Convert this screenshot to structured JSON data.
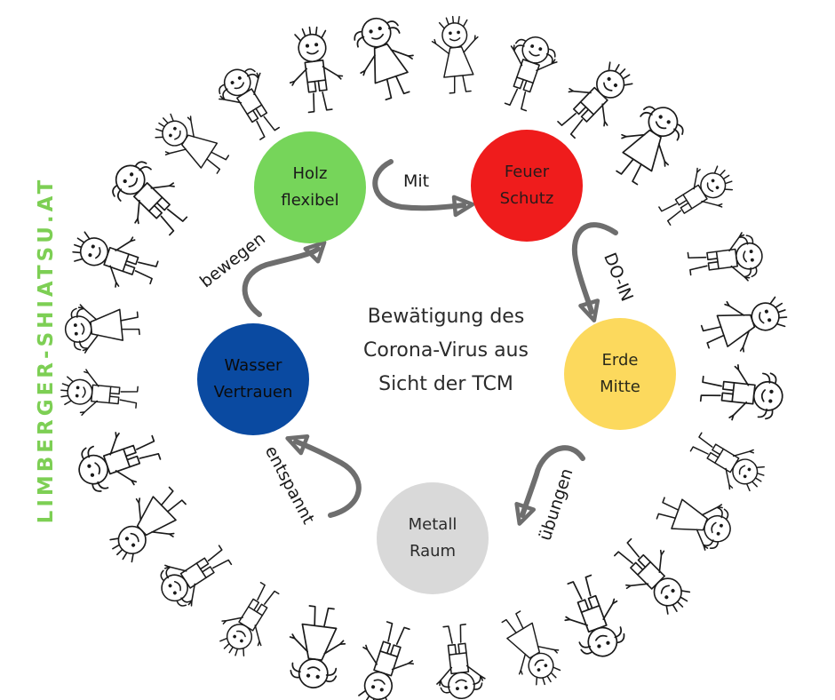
{
  "side_text": "LIMBERGER-SHIATSU.AT",
  "colors": {
    "brand_green": "#7dcf54",
    "holz": "#76d55a",
    "feuer": "#ef1c1c",
    "erde": "#fcd95d",
    "metall": "#d9d9d9",
    "wasser": "#0a4aa1",
    "arrow": "#6e6e6e"
  },
  "center": {
    "lines": [
      "Bewätigung des",
      "Corona-Virus aus",
      "Sicht der TCM"
    ]
  },
  "elements": [
    {
      "name": "holz",
      "line1": "Holz",
      "line2": "flexibel",
      "text_color": "#1a1a1a"
    },
    {
      "name": "feuer",
      "line1": "Feuer",
      "line2": "Schutz",
      "text_color": "#2a1a1a"
    },
    {
      "name": "erde",
      "line1": "Erde",
      "line2": "Mitte",
      "text_color": "#2a2a1a"
    },
    {
      "name": "metall",
      "line1": "Metall",
      "line2": "Raum",
      "text_color": "#2a2a2a"
    },
    {
      "name": "wasser",
      "line1": "Wasser",
      "line2": "Vertrauen",
      "text_color": "#0b0b0b"
    }
  ],
  "arrow_labels": {
    "holz_feuer": "Mit",
    "feuer_erde": "DO-IN",
    "erde_metall": "übungen",
    "metall_wasser": "entspannt",
    "wasser_holz": "bewegen"
  }
}
